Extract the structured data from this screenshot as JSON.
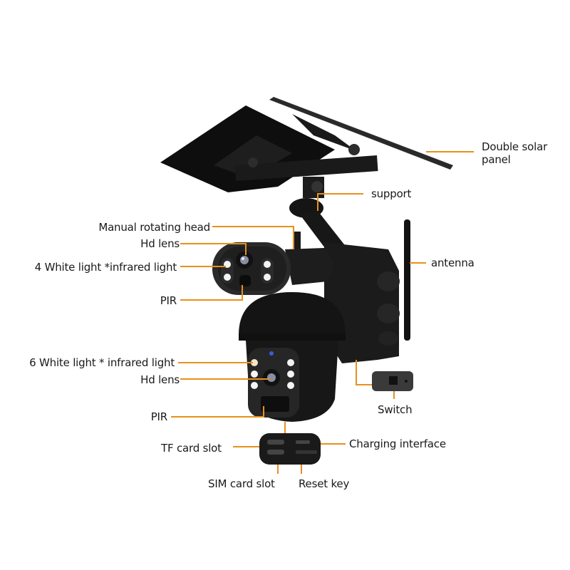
{
  "diagram": {
    "subject": "Solar PTZ security camera",
    "callout_color": "#e8901c",
    "body_color": "#141414",
    "labels": {
      "double_solar_panel": "Double solar\npanel",
      "support": "support",
      "manual_rotating_head": "Manual rotating head",
      "hd_lens_top": "Hd lens",
      "white_light_4": "4 White light *infrared light",
      "pir_top": "PIR",
      "antenna": "antenna",
      "white_light_6": "6 White light * infrared light",
      "hd_lens_bottom": "Hd lens",
      "pir_bottom": "PIR",
      "switch": "Switch",
      "tf_card_slot": "TF card slot",
      "charging_interface": "Charging interface",
      "sim_card_slot": "SIM card slot",
      "reset_key": "Reset key"
    }
  }
}
